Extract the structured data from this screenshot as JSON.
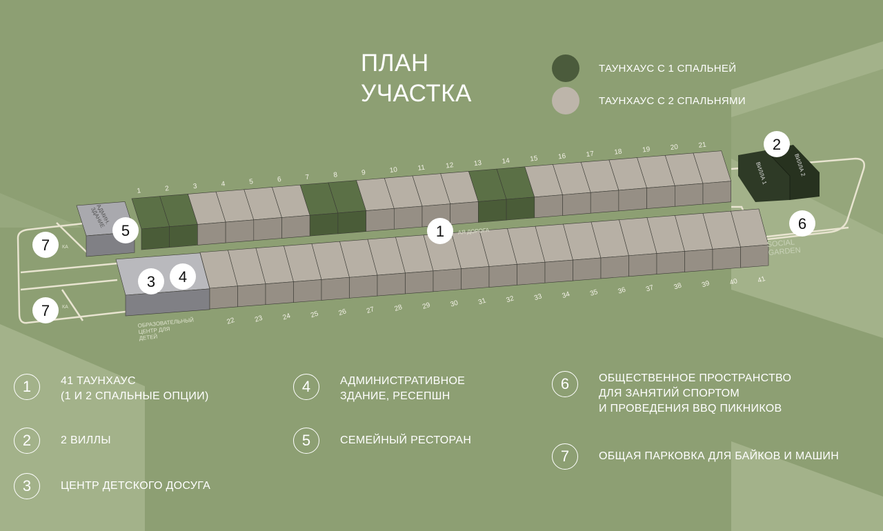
{
  "title": {
    "line1": "ПЛАН",
    "line2": "УЧАСТКА"
  },
  "legend": [
    {
      "label": "ТАУНХАУС С 1 СПАЛЬНЕЙ",
      "color": "#4b5b3c"
    },
    {
      "label": "ТАУНХАУС С 2 СПАЛЬНЯМИ",
      "color": "#bdb5aa"
    }
  ],
  "colors": {
    "background": "#8d9f73",
    "panel": "#a3b28a",
    "one_bedroom": "#5b7046",
    "two_bedroom": "#b7b0a5",
    "villa": "#2e3a26",
    "service": "#a9a9ae"
  },
  "plan": {
    "top_row_units": [
      1,
      2,
      3,
      4,
      5,
      6,
      7,
      8,
      9,
      10,
      11,
      12,
      13,
      14,
      15,
      16,
      17,
      18,
      19,
      20,
      21
    ],
    "bottom_row_units": [
      22,
      23,
      24,
      25,
      26,
      27,
      28,
      29,
      30,
      31,
      32,
      33,
      34,
      35,
      36,
      37,
      38,
      39,
      40,
      41
    ],
    "one_bedroom_units": [
      1,
      2,
      7,
      8,
      13,
      14
    ],
    "admin_label": "АДМИН. ЗДАНИЕ",
    "road_label": "АЯ ДОРОГА",
    "parking_label": "КА",
    "kids_label": "ОБРАЗОВАТЕЛЬНЫЙ ЦЕНТР ДЛЯ ДЕТЕЙ",
    "garden_label_1": "SOCIAL",
    "garden_label_2": "GARDEN",
    "villa1_label": "ВИЛЛА 1",
    "villa2_label": "ВИЛЛА 2",
    "markers": [
      "1",
      "2",
      "3",
      "4",
      "5",
      "6",
      "7",
      "7"
    ]
  },
  "key": [
    {
      "num": "1",
      "text": "41 ТАУНХАУС\n(1 И 2 СПАЛЬНЫЕ ОПЦИИ)"
    },
    {
      "num": "2",
      "text": "2 ВИЛЛЫ"
    },
    {
      "num": "3",
      "text": "ЦЕНТР ДЕТСКОГО ДОСУГА"
    },
    {
      "num": "4",
      "text": "АДМИНИСТРАТИВНОЕ\nЗДАНИЕ, РЕСЕПШН"
    },
    {
      "num": "5",
      "text": "СЕМЕЙНЫЙ РЕСТОРАН"
    },
    {
      "num": "6",
      "text": "ОБЩЕСТВЕННОЕ ПРОСТРАНСТВО\nДЛЯ ЗАНЯТИЙ СПОРТОМ\nИ ПРОВЕДЕНИЯ BBQ ПИКНИКОВ"
    },
    {
      "num": "7",
      "text": "ОБЩАЯ ПАРКОВКА ДЛЯ БАЙКОВ И МАШИН"
    }
  ]
}
